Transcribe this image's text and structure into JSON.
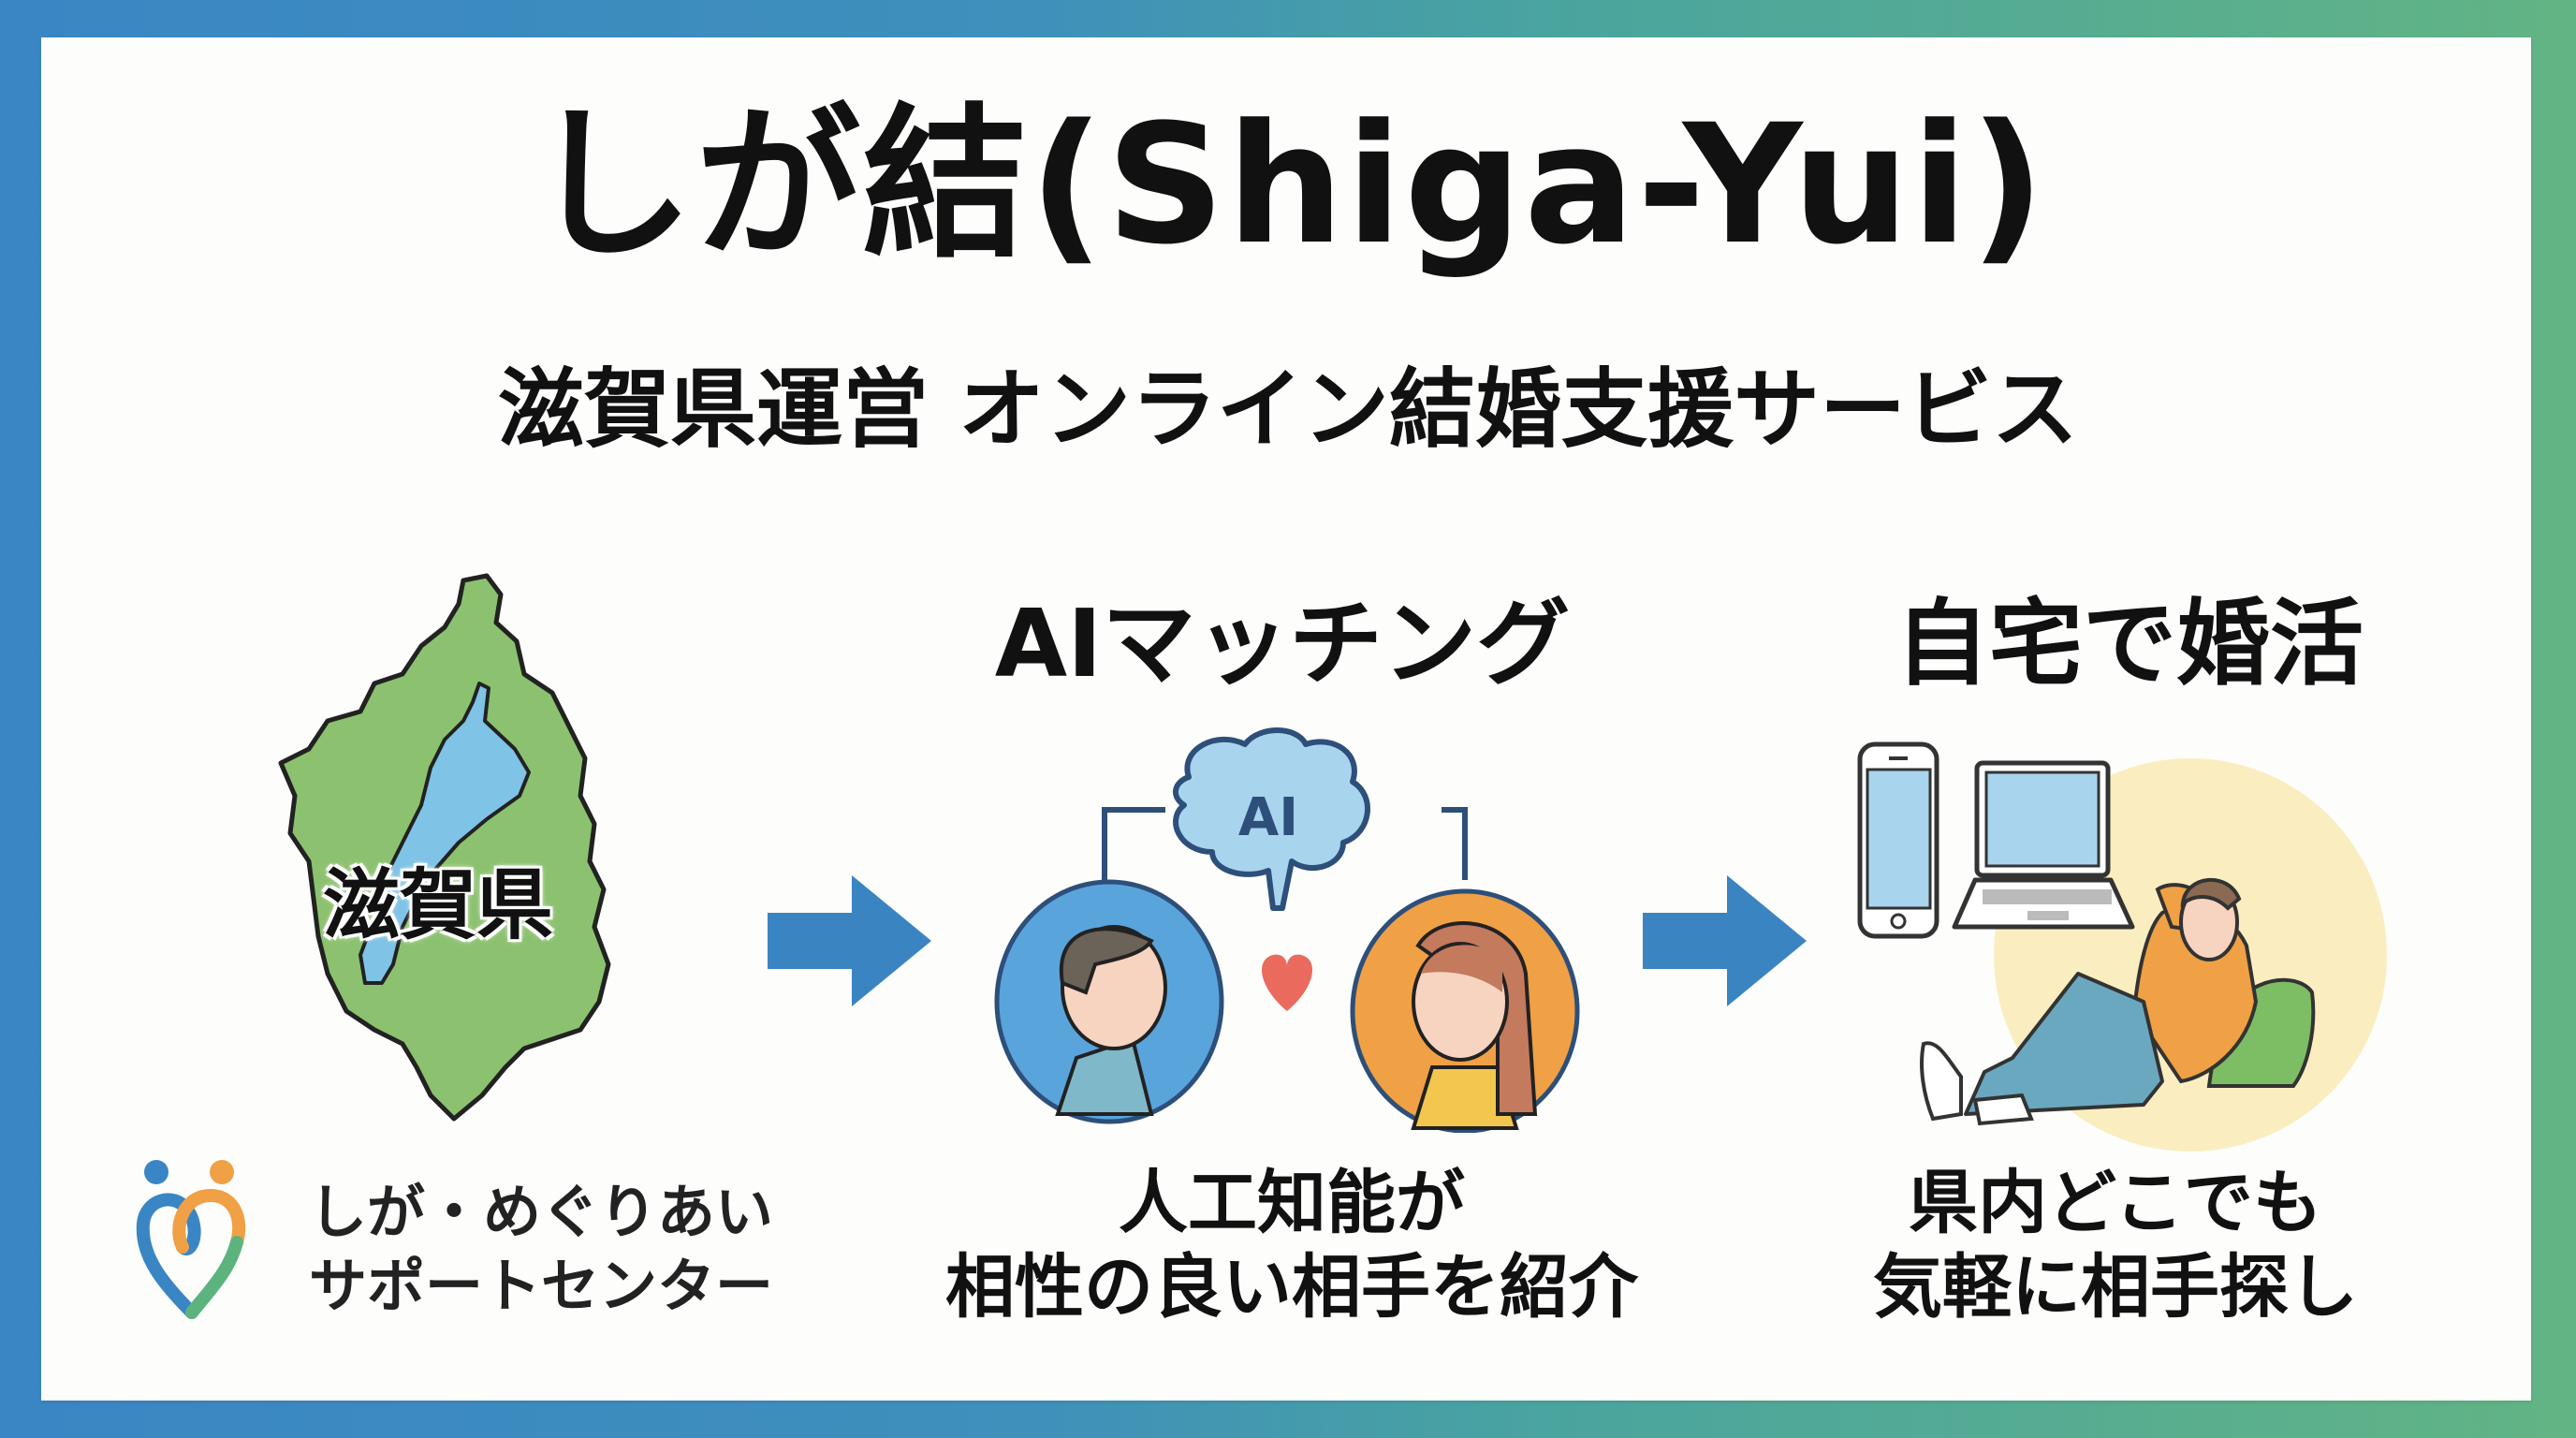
{
  "header": {
    "title": "しが結(Shiga-Yui)",
    "subtitle": "滋賀県運営 オンライン結婚支援サービス"
  },
  "columns": [
    {
      "id": "shiga",
      "map_label": "滋賀県",
      "logo": {
        "line1": "しが・めぐりあい",
        "line2": "サポートセンター"
      }
    },
    {
      "id": "ai-matching",
      "heading": "AIマッチング",
      "brain_label": "AI",
      "caption_line1": "人工知能が",
      "caption_line2": "相性の良い相手を紹介"
    },
    {
      "id": "home",
      "heading": "自宅で婚活",
      "caption_line1": "県内どこでも",
      "caption_line2": "気軽に相手探し"
    }
  ],
  "colors": {
    "frame_left": "#3a86c4",
    "frame_right": "#62b484",
    "arrow": "#3a84c2",
    "map_green": "#8cc26f",
    "lake_blue": "#7fc3e6",
    "man_circle": "#5aa4dc",
    "woman_circle": "#f0a045",
    "heart": "#ea6a5e",
    "home_circle": "#faeec0"
  },
  "icons": [
    "right-arrow-icon",
    "brain-icon",
    "heart-icon",
    "smartphone-icon",
    "laptop-icon",
    "logo-heart-icon",
    "shiga-map-icon"
  ]
}
